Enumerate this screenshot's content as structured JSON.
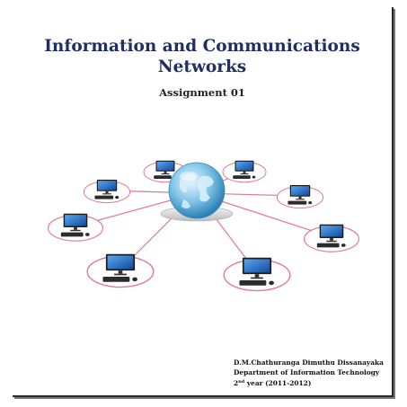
{
  "document": {
    "title_line1": "Information and Communications",
    "title_line2": "Networks",
    "subtitle": "Assignment 01",
    "author_name": "D.M.Chathuranga Dimuthu Dissanayaka",
    "department": "Department of Information Technology",
    "year_num": "2",
    "year_suffix": "nd",
    "year_rest": " year (2011-2012)"
  },
  "illustration": {
    "subject": "network-diagram",
    "computer_count": 8,
    "colors": {
      "link": "#e07a8c",
      "screen": "#2a6fd0",
      "globe": "#6fb6dc"
    }
  }
}
